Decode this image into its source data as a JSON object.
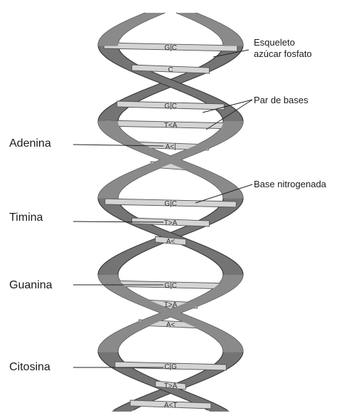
{
  "labels": {
    "backbone_line1": "Esqueleto",
    "backbone_line2": "azúcar fosfato",
    "base_pair": "Par de bases",
    "nitrogen_base": "Base nitrogenada",
    "adenine": "Adenina",
    "thymine": "Timina",
    "guanine": "Guanina",
    "cytosine": "Citosina"
  },
  "pairs": [
    {
      "text": "G|C"
    },
    {
      "text": "C"
    },
    {
      "text": "G|C"
    },
    {
      "text": "T<A"
    },
    {
      "text": "A<|"
    },
    {
      "text": "G|C"
    },
    {
      "text": "T>A"
    },
    {
      "text": "A<"
    },
    {
      "text": "G|C"
    },
    {
      "text": "T>A"
    },
    {
      "text": "A<"
    },
    {
      "text": "C|G"
    },
    {
      "text": "T>A"
    },
    {
      "text": "A<T"
    }
  ],
  "colors": {
    "strand_fill": "#8a8a8a",
    "strand_edge": "#3a3a3a",
    "rung_fill": "#d4d4d4",
    "rung_edge": "#555555",
    "leader_line": "#222222"
  }
}
